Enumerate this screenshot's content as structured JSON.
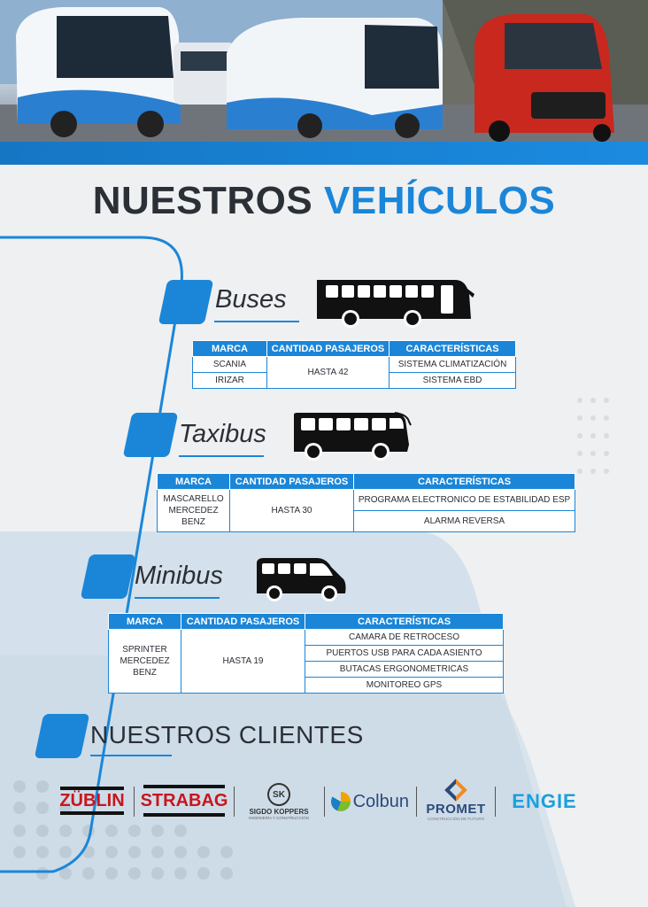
{
  "title": {
    "part1": "NUESTROS",
    "part2": "VEHÍCULOS"
  },
  "colors": {
    "accent": "#1b86d8",
    "dark": "#2b2f36",
    "background": "#eef0f2"
  },
  "sections": [
    {
      "label": "Buses",
      "icon": "bus-icon",
      "headers": [
        "MARCA",
        "CANTIDAD PASAJEROS",
        "CARACTERÍSTICAS"
      ],
      "brands": [
        "SCANIA",
        "IRIZAR"
      ],
      "passengers": "HASTA 42",
      "features": [
        "SISTEMA CLIMATIZACIÓN",
        "SISTEMA EBD"
      ]
    },
    {
      "label": "Taxibus",
      "icon": "coach-icon",
      "headers": [
        "MARCA",
        "CANTIDAD PASAJEROS",
        "CARACTERÍSTICAS"
      ],
      "brands": [
        "MASCARELLO",
        "MERCEDEZ",
        "BENZ"
      ],
      "passengers": "HASTA 30",
      "features": [
        "PROGRAMA ELECTRONICO DE ESTABILIDAD ESP",
        "ALARMA REVERSA"
      ]
    },
    {
      "label": "Minibus",
      "icon": "van-icon",
      "headers": [
        "MARCA",
        "CANTIDAD PASAJEROS",
        "CARACTERÍSTICAS"
      ],
      "brands": [
        "SPRINTER",
        "MERCEDEZ",
        "BENZ"
      ],
      "passengers": "HASTA 19",
      "features": [
        "CAMARA DE RETROCESO",
        "PUERTOS USB PARA CADA ASIENTO",
        "BUTACAS ERGONOMETRICAS",
        "MONITOREO GPS"
      ]
    }
  ],
  "clients": {
    "title": "NUESTROS CLIENTES",
    "logos": [
      {
        "name": "ZÜBLIN"
      },
      {
        "name": "STRABAG"
      },
      {
        "name": "SIGDO KOPPERS",
        "mark": "SK",
        "sub": "INGENIERÍA Y CONSTRUCCIÓN"
      },
      {
        "name": "Colbun"
      },
      {
        "name": "PROMET",
        "sub": "CONSTRUCCIÓN DE FUTURO"
      },
      {
        "name": "ENGIE"
      }
    ]
  }
}
